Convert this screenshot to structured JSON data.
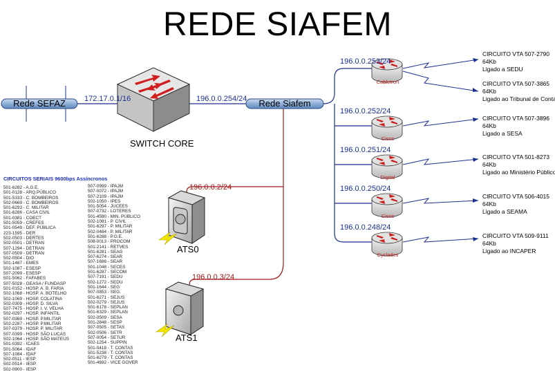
{
  "title": "REDE SIAFEM",
  "buses": {
    "sefaz": "Rede SEFAZ",
    "siafem": "Rede Siafem"
  },
  "links": {
    "sefaz_switch": "172.17.0.1/16",
    "switch_siafem": "196.0.0.254/24"
  },
  "switch": {
    "label": "SWITCH CORE"
  },
  "servers": [
    {
      "name": "ATS0",
      "ip": "196.0.0.2/24"
    },
    {
      "name": "ATS1",
      "ip": "196.0.0.3/24"
    }
  ],
  "routers": [
    {
      "name": "Cabletron",
      "ip": "196.0.0.253/24",
      "circuit": [
        "CIRCUITO VTA 507-2790",
        "64Kb",
        "Ligado a SEDU"
      ],
      "circuit2": [
        "CIRCUITO VTA 507-3865",
        "64Kb",
        "Ligado ao Tribunal de Contas"
      ]
    },
    {
      "name": "Cisco",
      "ip": "196.0.0.252/24",
      "circuit": [
        "CIRCUITO VTA 507-3896",
        "64Kb",
        "Ligado a SESA"
      ]
    },
    {
      "name": "Digital",
      "ip": "196.0.0.251/24",
      "circuit": [
        "CIRCUITO VTA 501-8273",
        "64Kb",
        "Ligado ao Ministério Público"
      ]
    },
    {
      "name": "Cisco",
      "ip": "196.0.0.250/24",
      "circuit": [
        "CIRCUITO VTA 506-4015",
        "64Kb",
        "Ligado a SEAMA"
      ]
    },
    {
      "name": "Cyclades",
      "ip": "196.0.0.248/24",
      "circuit": [
        "CIRCUITO VTA 509-9111",
        "64Kb",
        "Ligado ao INCAPER"
      ]
    }
  ],
  "serial_list": {
    "title": "CIRCUITOS SERIAIS 9600bps Assíncronos",
    "col1": [
      "501-6282 - A.G.E.",
      "501-0128 - ARQ.PÚBLICO",
      "501-5333 - C. BOMBEIROS",
      "502-0669 - C. BOMBEIROS",
      "501-6293 - C. MILITAR",
      "501-6286 - CASA CIVIL",
      "501-0381 - COECT",
      "501-5059 - CREFES",
      "501-0549 - DEF. PÚBLICA",
      "223-1595 - DER",
      "502-0503 - DERTES",
      "502-0501 - DETRAN",
      "507-1294 - DETRAN",
      "507-0509 - DETRAN",
      "502-0504 - DIO",
      "501-1487 - EMES",
      "502-1087 - ESESP",
      "507-2099 - ESESP",
      "501-5062 - FAFABES",
      "507-5028 - GEASA / FUNDASP",
      "501-0152 - HOSP. A. B. FARIA",
      "502-1068 - HOSP. A. BOTELHO",
      "502-1069 - HOSP. COLATINA",
      "502-0309 - HOSP. D. SILVA",
      "507-7475 - HOSP. I. V. VELHA",
      "502-0297 - HOSP. INFANTIL",
      "507-0369 - HOSP. P.MILITAR",
      "502-2287 - HOSP. P.MILITAR",
      "507-0379 - HOSP. P. MILITAR",
      "507-0399 - HOSP. SÃO LUCAS",
      "502-1064 - HOSP. SÃO MATEUS",
      "501-0392 - ICAES",
      "501-5064 - IDAF",
      "507-1084 - IDAF",
      "502-0511 - IESP",
      "502-0514 - IESP",
      "502-0900 - IESP"
    ],
    "col2": [
      "507-0999 - IPAJM",
      "507-0072 - IPAJM",
      "507-2109 - IPAJM",
      "502-1050 - IPES",
      "501-5054 - JUCEES",
      "507-0732 - LOTERES",
      "501-4590 - MIN. PÚBLICO",
      "502-1081 - P. CIVIL",
      "501-6297 - P. MILITAR",
      "502-0484 - P. MILITAR",
      "501-6288 - P.G.E.",
      "508-0013 - PROCOM",
      "501-2141 - RETVES",
      "501-6281 - SEAG",
      "507-6274 - SEAR",
      "507-1686 - SEAR",
      "501-1048 - SECES",
      "501-6287 - SECOM",
      "507-7191 - SEDU",
      "502-1272 - SEDU",
      "501-1644 - SEG",
      "507-0853 - SEG.",
      "501-6271 - SEJUS",
      "502-0279 - SEJUS",
      "501-6178 - SEPLAN",
      "501-6329 - SEPLAN",
      "502-0509 - SESA",
      "501-2848 - SESP",
      "507-0505 - SETAS",
      "502-0506 - SETR",
      "507-0054 - SETUR",
      "502-1254 - SUPPIN",
      "501-0418 - T. CONTAS",
      "501-5238 - T. CONTAS",
      "501-6279 - T. CONTAS",
      "501-4692 - VICE GOVER"
    ]
  },
  "colors": {
    "bus_fill": "#8fb0d8",
    "blue_link": "#1c2f8f",
    "red_link": "#a01818",
    "router_body": "#d4d4d4",
    "router_arrow": "#cc1a1a",
    "lightning": "#f2e600"
  }
}
